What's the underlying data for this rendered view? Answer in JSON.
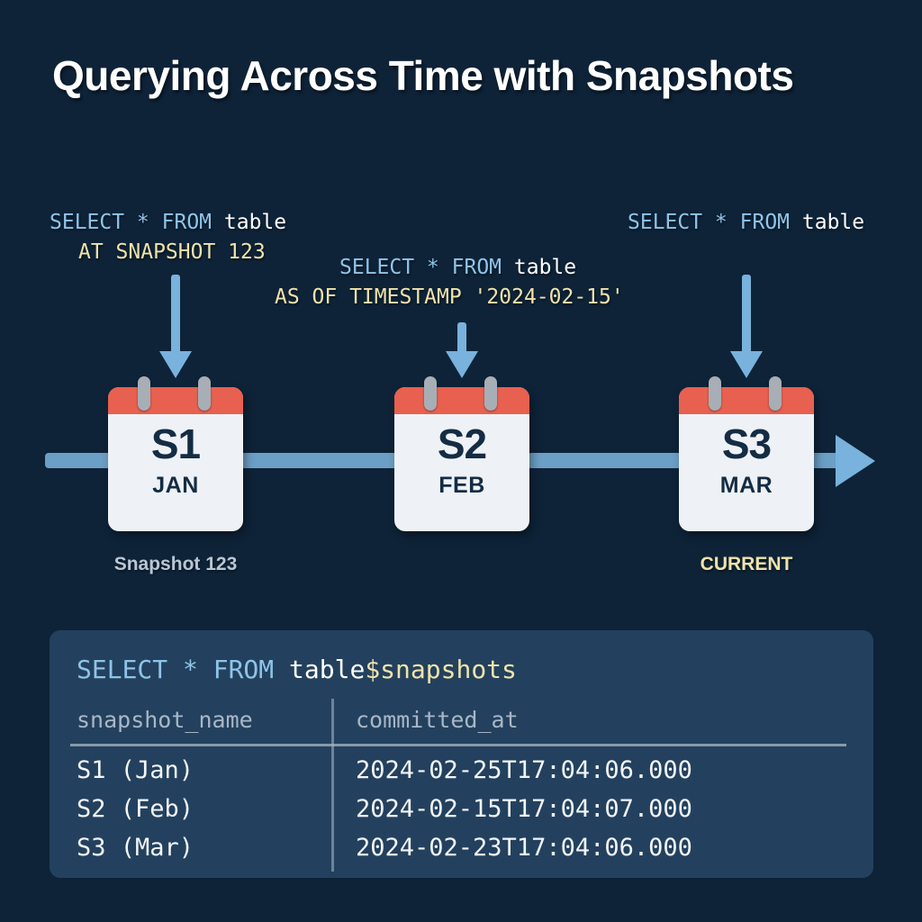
{
  "page": {
    "title": "Querying Across Time with Snapshots",
    "background_color": "#0e2338",
    "accent_blue": "#79b2dc",
    "accent_red": "#e8604f",
    "accent_yellow": "#efe3ab"
  },
  "annotations": [
    {
      "id": "query-snapshot",
      "line1_keyword": "SELECT * FROM ",
      "line1_table": "table",
      "line2_clause": "AT SNAPSHOT 123"
    },
    {
      "id": "query-timestamp",
      "line1_keyword": "SELECT * FROM ",
      "line1_table": "table",
      "line2_clause": "AS OF TIMESTAMP '2024-02-15'"
    },
    {
      "id": "query-current",
      "line1_keyword": "SELECT * FROM ",
      "line1_table": "table",
      "line2_clause": ""
    }
  ],
  "timeline": {
    "snapshots": [
      {
        "id": "s1",
        "label": "S1",
        "month": "JAN",
        "caption": "Snapshot 123",
        "caption_style": "normal"
      },
      {
        "id": "s2",
        "label": "S2",
        "month": "FEB",
        "caption": "",
        "caption_style": "none"
      },
      {
        "id": "s3",
        "label": "S3",
        "month": "MAR",
        "caption": "CURRENT",
        "caption_style": "current"
      }
    ]
  },
  "panel": {
    "query": {
      "keyword": "SELECT * FROM ",
      "table": "table",
      "metadata_suffix": "$snapshots"
    },
    "columns": [
      "snapshot_name",
      "committed_at"
    ],
    "rows": [
      {
        "snapshot_name": "S1 (Jan)",
        "committed_at": "2024-02-25T17:04:06.000"
      },
      {
        "snapshot_name": "S2 (Feb)",
        "committed_at": "2024-02-15T17:04:07.000"
      },
      {
        "snapshot_name": "S3 (Mar)",
        "committed_at": "2024-02-23T17:04:06.000"
      }
    ]
  }
}
